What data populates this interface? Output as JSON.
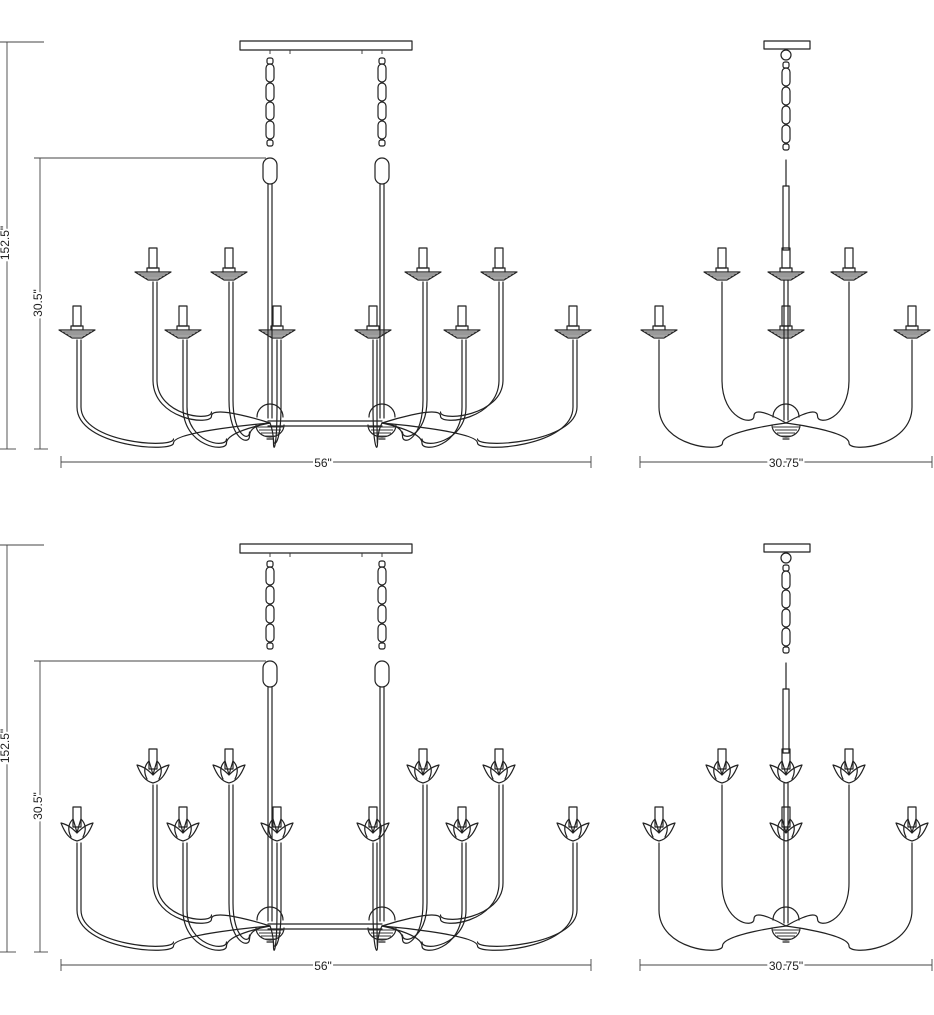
{
  "drawings": [
    {
      "id": "front-view-candle-cups",
      "total_height": "152.5\"",
      "body_height": "30.5\"",
      "width": "56\"",
      "cup_style": "bobeche"
    },
    {
      "id": "side-view-candle-cups",
      "width": "30.75\"",
      "cup_style": "bobeche"
    },
    {
      "id": "front-view-petal-cups",
      "total_height": "152.5\"",
      "body_height": "30.5\"",
      "width": "56\"",
      "cup_style": "petal"
    },
    {
      "id": "side-view-petal-cups",
      "width": "30.75\"",
      "cup_style": "petal"
    }
  ],
  "colors": {
    "line": "#222222",
    "background": "#ffffff"
  }
}
